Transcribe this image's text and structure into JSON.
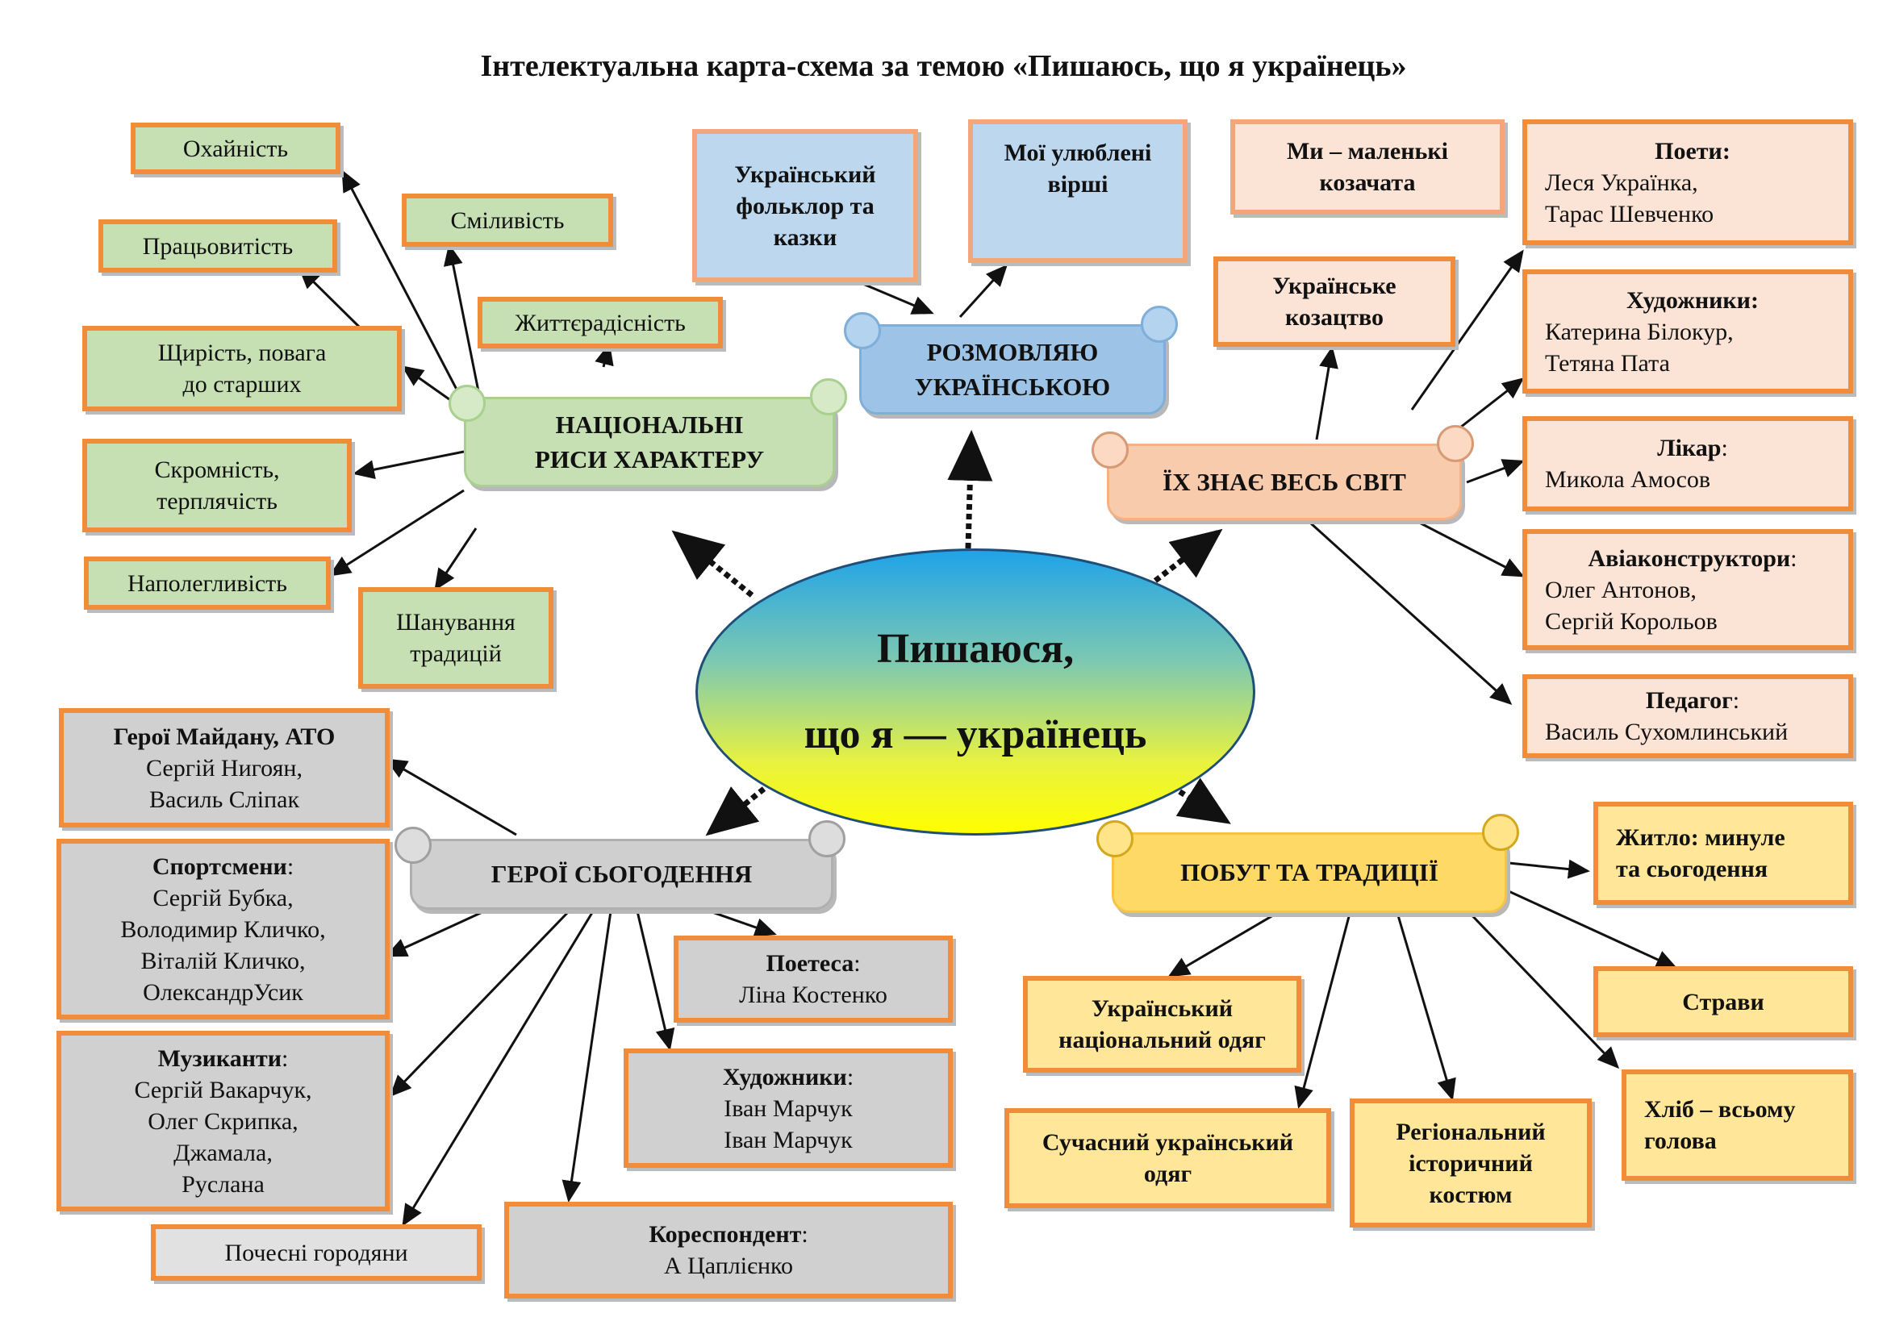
{
  "title": "Інтелектуальна карта-схема за темою «Пишаюсь, що я українець»",
  "center": {
    "line1": "Пишаюся,",
    "line2": "що я — українець"
  },
  "topics": {
    "character": {
      "line1": "НАЦІОНАЛЬНІ",
      "line2": "РИСИ ХАРАКТЕРУ"
    },
    "language": {
      "line1": "РОЗМОВЛЯЮ",
      "line2": "УКРАЇНСЬКОЮ"
    },
    "famous": {
      "label": "ЇХ ЗНАЄ ВЕСЬ СВІТ"
    },
    "traditions": {
      "label": "ПОБУТ ТА ТРАДИЦІЇ"
    },
    "heroes": {
      "label": "ГЕРОЇ СЬОГОДЕННЯ"
    }
  },
  "traits": {
    "neatness": "Охайність",
    "courage": "Сміливість",
    "diligence": "Працьовитість",
    "cheerfulness": "Життєрадісність",
    "sincerity": {
      "line1": "Щирість, повага",
      "line2": "до старших"
    },
    "modesty": {
      "line1": "Скромність,",
      "line2": "терплячість"
    },
    "persistence": "Наполегливість",
    "respect_traditions": {
      "line1": "Шанування",
      "line2": "традицій"
    }
  },
  "language": {
    "folklore": {
      "line1": "Український",
      "line2": "фольклор та",
      "line3": "казки"
    },
    "poems": {
      "line1": "Мої улюблені",
      "line2": "вірші"
    }
  },
  "famous": {
    "cossacks_small": {
      "line1": "Ми – маленькі",
      "line2": "козачата"
    },
    "cossacks": {
      "line1": "Українське",
      "line2": "козацтво"
    },
    "poets": {
      "head": "Поети:",
      "line1": "Леся Українка,",
      "line2": "Тарас Шевченко"
    },
    "artists": {
      "head": "Художники:",
      "line1": "Катерина Білокур,",
      "line2": "Тетяна Пата"
    },
    "doctor": {
      "head": "Лікар",
      "colon": ":",
      "line1": "Микола Амосов"
    },
    "aircraft": {
      "head": "Авіаконструктори",
      "colon": ":",
      "line1": "Олег Антонов,",
      "line2": "Сергій Корольов"
    },
    "teacher": {
      "head": "Педагог",
      "colon": ":",
      "line1": "Василь Сухомлинський"
    }
  },
  "traditions": {
    "housing": {
      "line1": "Житло: минуле",
      "line2": "та сьогодення"
    },
    "dishes": "Страви",
    "bread": {
      "line1": "Хліб – всьому",
      "line2": "голова"
    },
    "national_clothes": {
      "line1": "Український",
      "line2": "національний одяг"
    },
    "modern_clothes": {
      "line1": "Сучасний український",
      "line2": "одяг"
    },
    "regional_costume": {
      "line1": "Регіональний",
      "line2": "історичний",
      "line3": "костюм"
    }
  },
  "heroes": {
    "maidan": {
      "head": "Герої Майдану, АТО",
      "line1": "Сергій Нигоян,",
      "line2": "Василь Сліпак"
    },
    "athletes": {
      "head": "Спортсмени",
      "colon": ":",
      "line1": "Сергій Бубка,",
      "line2": "Володимир Кличко,",
      "line3": "Віталій Кличко,",
      "line4": "ОлександрУсик"
    },
    "musicians": {
      "head": "Музиканти",
      "colon": ":",
      "line1": "Сергій Вакарчук,",
      "line2": "Олег Скрипка,",
      "line3": "Джамала,",
      "line4": "Руслана"
    },
    "honored": "Почесні городяни",
    "poetess": {
      "head": "Поетеса",
      "colon": ":",
      "line1": "Ліна Костенко"
    },
    "artists": {
      "head": "Художники",
      "colon": ":",
      "line1": "Іван Марчук",
      "line2": "Іван Марчук"
    },
    "correspondent": {
      "head": "Кореспондент",
      "colon": ":",
      "line1": "А Цаплієнко"
    }
  },
  "colors": {
    "border_orange": "#f08c3a",
    "green": "#c6e0b4",
    "blue": "#bdd7ee",
    "peach": "#fbe3d6",
    "yellow": "#ffe699",
    "gray": "#d0d0d0"
  }
}
